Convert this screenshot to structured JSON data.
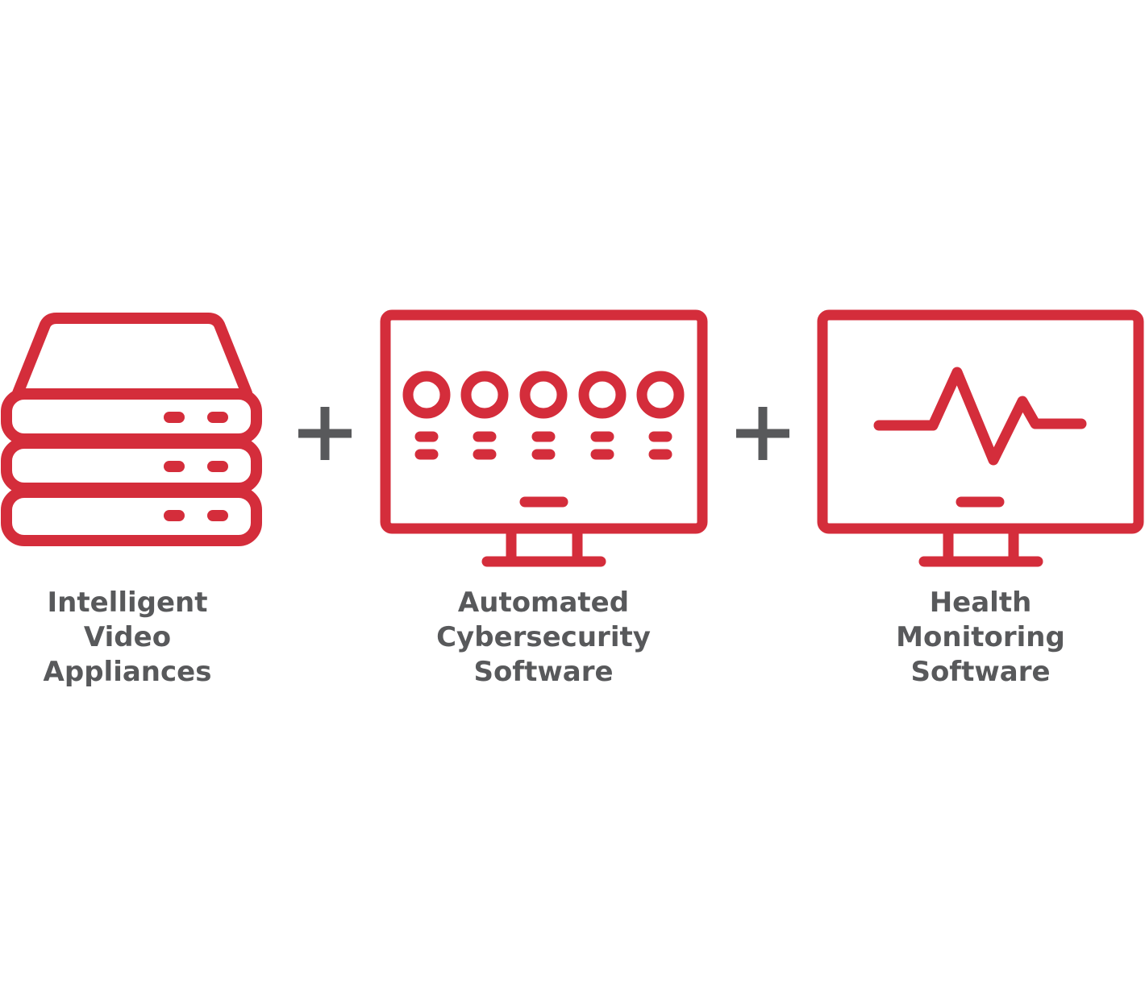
{
  "colors": {
    "accent": "#d42d3b",
    "text": "#58595b",
    "background": "#ffffff"
  },
  "components": [
    {
      "icon": "server-stack-icon",
      "label_lines": [
        "Intelligent",
        "Video",
        "Appliances"
      ]
    },
    {
      "icon": "monitor-dashboard-icon",
      "label_lines": [
        "Automated",
        "Cybersecurity",
        "Software"
      ]
    },
    {
      "icon": "monitor-heartbeat-icon",
      "label_lines": [
        "Health",
        "Monitoring",
        "Software"
      ]
    }
  ],
  "connector": "plus-icon"
}
